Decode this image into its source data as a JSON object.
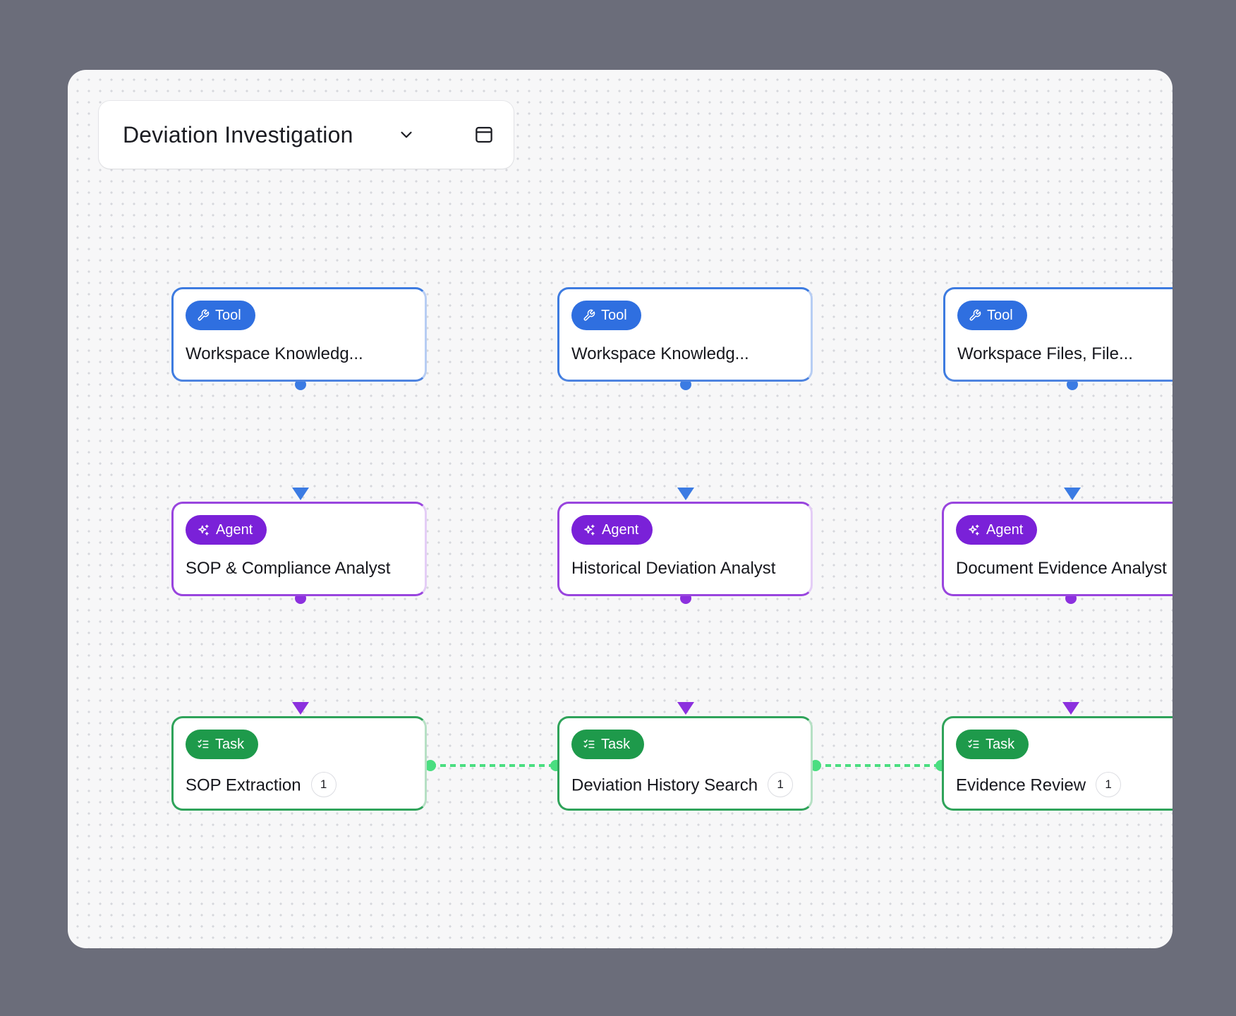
{
  "workflow": {
    "title": "Deviation Investigation",
    "dropdown_icon": "chevron-down-icon",
    "layout_icon": "panel-layout-icon"
  },
  "columns": [
    {
      "tool": {
        "badge": "Tool",
        "label": "Workspace Knowledg...",
        "icon": "wrench-icon"
      },
      "agent": {
        "badge": "Agent",
        "label": "SOP & Compliance Analyst",
        "icon": "sparkle-icon"
      },
      "task": {
        "badge": "Task",
        "label": "SOP Extraction",
        "count": "1",
        "icon": "checklist-icon"
      }
    },
    {
      "tool": {
        "badge": "Tool",
        "label": "Workspace Knowledg...",
        "icon": "wrench-icon"
      },
      "agent": {
        "badge": "Agent",
        "label": "Historical Deviation Analyst",
        "icon": "sparkle-icon"
      },
      "task": {
        "badge": "Task",
        "label": "Deviation History Search",
        "count": "1",
        "icon": "checklist-icon"
      }
    },
    {
      "tool": {
        "badge": "Tool",
        "label": "Workspace Files, File...",
        "icon": "wrench-icon"
      },
      "agent": {
        "badge": "Agent",
        "label": "Document Evidence Analyst",
        "icon": "sparkle-icon"
      },
      "task": {
        "badge": "Task",
        "label": "Evidence Review",
        "count": "1",
        "icon": "checklist-icon"
      }
    }
  ],
  "colors": {
    "tool": "#2f6fe0",
    "agent": "#7a21d8",
    "task": "#1e9a4b",
    "task_link": "#4ade80"
  }
}
